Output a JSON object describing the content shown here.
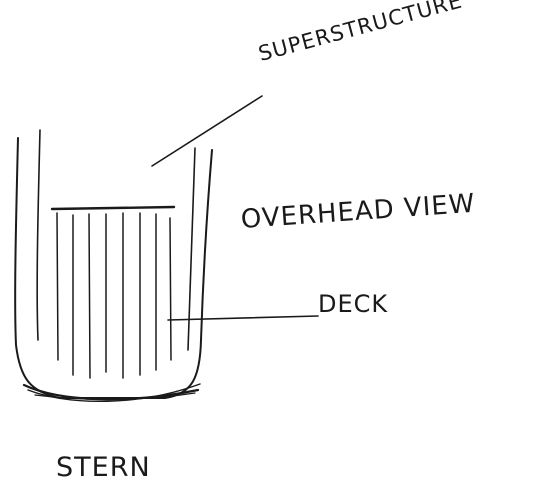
{
  "labels": {
    "superstructure": "SUPERSTRUCTURE",
    "view_title": "OVERHEAD VIEW",
    "deck": "DECK",
    "stern": "STERN"
  },
  "colors": {
    "ink": "#1a1a1a",
    "paper": "#ffffff"
  }
}
